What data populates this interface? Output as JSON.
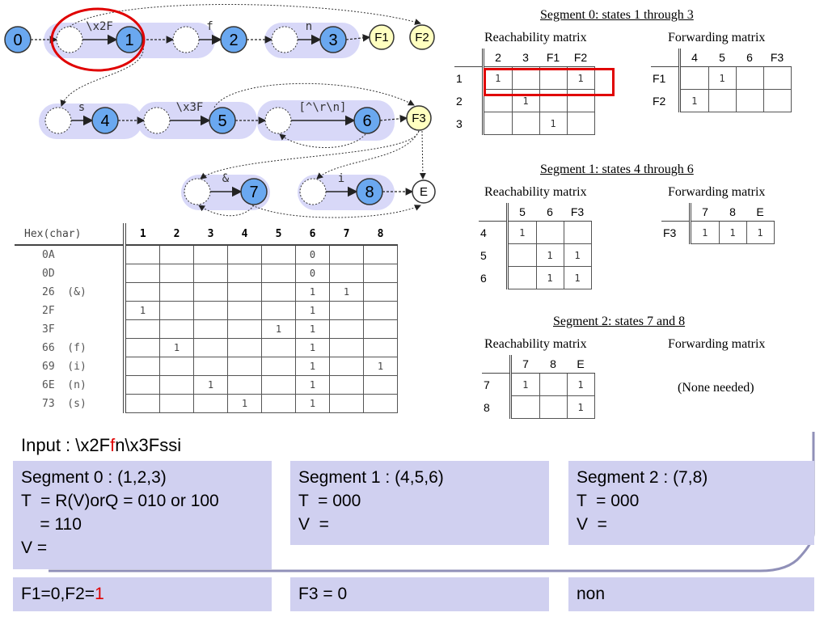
{
  "automaton": {
    "states": [
      {
        "id": "0",
        "label": "0",
        "kind": "filled"
      },
      {
        "id": "s1a",
        "label": "",
        "kind": "empty"
      },
      {
        "id": "1",
        "label": "1",
        "kind": "filled"
      },
      {
        "id": "s2a",
        "label": "",
        "kind": "empty"
      },
      {
        "id": "2",
        "label": "2",
        "kind": "filled"
      },
      {
        "id": "s3a",
        "label": "",
        "kind": "empty"
      },
      {
        "id": "3",
        "label": "3",
        "kind": "filled"
      },
      {
        "id": "F1",
        "label": "F1",
        "kind": "forward"
      },
      {
        "id": "F2",
        "label": "F2",
        "kind": "forward"
      },
      {
        "id": "s4a",
        "label": "",
        "kind": "empty"
      },
      {
        "id": "4",
        "label": "4",
        "kind": "filled"
      },
      {
        "id": "s5a",
        "label": "",
        "kind": "empty"
      },
      {
        "id": "5",
        "label": "5",
        "kind": "filled"
      },
      {
        "id": "s6a",
        "label": "",
        "kind": "empty"
      },
      {
        "id": "6",
        "label": "6",
        "kind": "filled"
      },
      {
        "id": "F3",
        "label": "F3",
        "kind": "forward"
      },
      {
        "id": "s7a",
        "label": "",
        "kind": "empty"
      },
      {
        "id": "7",
        "label": "7",
        "kind": "filled"
      },
      {
        "id": "s8a",
        "label": "",
        "kind": "empty"
      },
      {
        "id": "8",
        "label": "8",
        "kind": "filled"
      },
      {
        "id": "E",
        "label": "E",
        "kind": "end"
      }
    ],
    "edge_labels": [
      "\\x2F",
      "f",
      "n",
      "s",
      "\\x3F",
      "[^\\r\\n]",
      "&",
      "i"
    ]
  },
  "hex_table": {
    "header": "Hex(char)",
    "columns": [
      "1",
      "2",
      "3",
      "4",
      "5",
      "6",
      "7",
      "8"
    ],
    "rows": [
      {
        "label": "0A",
        "cells": [
          "",
          "",
          "",
          "",
          "",
          "0",
          "",
          ""
        ]
      },
      {
        "label": "0D",
        "cells": [
          "",
          "",
          "",
          "",
          "",
          "0",
          "",
          ""
        ]
      },
      {
        "label": "26  (&)",
        "cells": [
          "",
          "",
          "",
          "",
          "",
          "1",
          "1",
          ""
        ]
      },
      {
        "label": "2F",
        "cells": [
          "1",
          "",
          "",
          "",
          "",
          "1",
          "",
          ""
        ]
      },
      {
        "label": "3F",
        "cells": [
          "",
          "",
          "",
          "",
          "1",
          "1",
          "",
          ""
        ]
      },
      {
        "label": "66  (f)",
        "cells": [
          "",
          "1",
          "",
          "",
          "",
          "1",
          "",
          ""
        ]
      },
      {
        "label": "69  (i)",
        "cells": [
          "",
          "",
          "",
          "",
          "",
          "1",
          "",
          "1"
        ]
      },
      {
        "label": "6E  (n)",
        "cells": [
          "",
          "",
          "1",
          "",
          "",
          "1",
          "",
          ""
        ]
      },
      {
        "label": "73  (s)",
        "cells": [
          "",
          "",
          "",
          "1",
          "",
          "1",
          "",
          ""
        ]
      }
    ]
  },
  "segments": [
    {
      "title": "Segment 0: states 1 through 3",
      "reach_title": "Reachability matrix",
      "reach_cols": [
        "2",
        "3",
        "F1",
        "F2"
      ],
      "reach_rows": [
        {
          "label": "1",
          "cells": [
            "1",
            "",
            "",
            "1"
          ]
        },
        {
          "label": "2",
          "cells": [
            "",
            "1",
            "",
            ""
          ]
        },
        {
          "label": "3",
          "cells": [
            "",
            "",
            "1",
            ""
          ]
        }
      ],
      "fwd_title": "Forwarding matrix",
      "fwd_cols": [
        "4",
        "5",
        "6",
        "F3"
      ],
      "fwd_rows": [
        {
          "label": "F1",
          "cells": [
            "",
            "1",
            "",
            ""
          ]
        },
        {
          "label": "F2",
          "cells": [
            "1",
            "",
            "",
            ""
          ]
        }
      ]
    },
    {
      "title": "Segment 1: states 4 through 6",
      "reach_title": "Reachability matrix",
      "reach_cols": [
        "5",
        "6",
        "F3"
      ],
      "reach_rows": [
        {
          "label": "4",
          "cells": [
            "1",
            "",
            ""
          ]
        },
        {
          "label": "5",
          "cells": [
            "",
            "1",
            "1"
          ]
        },
        {
          "label": "6",
          "cells": [
            "",
            "1",
            "1"
          ]
        }
      ],
      "fwd_title": "Forwarding matrix",
      "fwd_cols": [
        "7",
        "8",
        "E"
      ],
      "fwd_rows": [
        {
          "label": "F3",
          "cells": [
            "1",
            "1",
            "1"
          ]
        }
      ]
    },
    {
      "title": "Segment 2: states 7 and 8",
      "reach_title": "Reachability matrix",
      "reach_cols": [
        "7",
        "8",
        "E"
      ],
      "reach_rows": [
        {
          "label": "7",
          "cells": [
            "1",
            "",
            "1"
          ]
        },
        {
          "label": "8",
          "cells": [
            "",
            "",
            "1"
          ]
        }
      ],
      "fwd_title": "Forwarding matrix",
      "fwd_note": "(None needed)"
    }
  ],
  "input": {
    "prefix": "Input : \\x2F",
    "highlight": "f",
    "suffix": "n\\x3Fssi"
  },
  "panels": [
    {
      "lines": [
        "Segment 0 : (1,2,3)",
        "T  = R(V)orQ = 010 or 100",
        "    = 110",
        "V ="
      ]
    },
    {
      "lines": [
        "Segment 1 : (4,5,6)",
        "T  = 000",
        "V  ="
      ]
    },
    {
      "lines": [
        "Segment 2 : (7,8)",
        "T  = 000",
        "V  ="
      ]
    }
  ],
  "results": [
    {
      "prefix": "F1=0,F2=",
      "highlight": "1"
    },
    {
      "prefix": "F3 = 0",
      "highlight": ""
    },
    {
      "prefix": "non",
      "highlight": ""
    }
  ],
  "colors": {
    "state_fill": "#6aa8f0",
    "empty_state_fill": "#ffffff",
    "forward_state_fill": "#ffffc0",
    "segment_bg": "#d8d8f8",
    "panel_bg": "#d0d0f0",
    "highlight": "#e00000"
  }
}
